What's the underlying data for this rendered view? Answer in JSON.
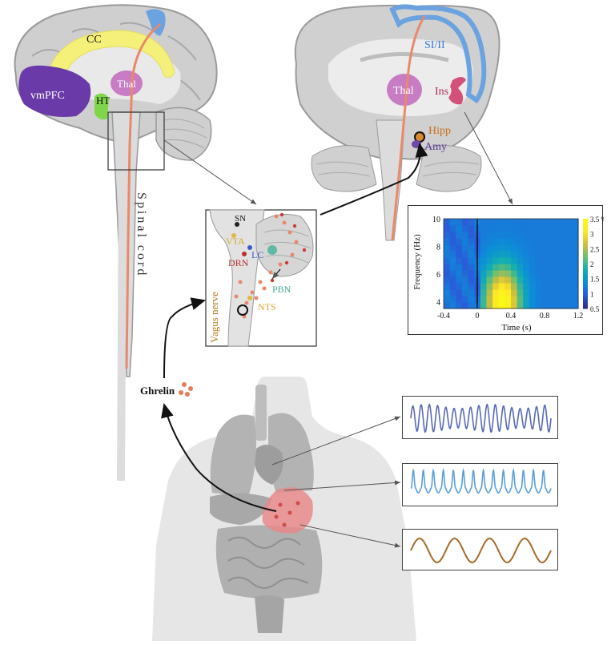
{
  "brain_labels": {
    "cc": "CC",
    "vmpfc": "vmPFC",
    "ht": "HT",
    "thal": "Thal",
    "spinal_cord": "Spinal cord",
    "si_ii": "SI/II",
    "thal_coronal": "Thal",
    "ins": "Ins",
    "hipp": "Hipp",
    "amy": "Amy"
  },
  "brainstem_labels": {
    "sn": "SN",
    "vta": "VTA",
    "lc": "LC",
    "drn": "DRN",
    "pbn": "PBN",
    "nts": "NTS",
    "vagus": "Vagus nerve"
  },
  "body_labels": {
    "ghrelin": "Ghrelin"
  },
  "colors": {
    "cc": "#f5f07a",
    "vmpfc": "#6a3aa8",
    "ht": "#7fd64a",
    "thal": "#c77cc4",
    "cortex_blue": "#6aa3e0",
    "ins": "#d2507a",
    "hipp": "#d98a2a",
    "amy": "#6e4aa6",
    "nerve": "#e8896a",
    "stomach": "#e88a8a"
  },
  "chart_data": [
    {
      "type": "heatmap",
      "title": "",
      "xlabel": "Time (s)",
      "ylabel": "Frequency (Hz)",
      "xticks": [
        "-0.4",
        "0",
        "0.4",
        "0.8",
        "1.2"
      ],
      "yticks": [
        "4",
        "6",
        "8",
        "10"
      ],
      "xlim": [
        -0.4,
        1.2
      ],
      "ylim": [
        3.5,
        10
      ],
      "colorbar_ticks": [
        "3.5 %",
        "3",
        "2.5",
        "2",
        "1.5",
        "1",
        "0.5"
      ],
      "colorbar_range": [
        0.5,
        3.5
      ],
      "colormap": "parula",
      "onset_marker_x": 0,
      "peak": {
        "x": 0.3,
        "y": 4,
        "value": 3.5
      }
    },
    {
      "type": "line",
      "name": "cardiac",
      "cycles": 17,
      "color": "#5a6ab8"
    },
    {
      "type": "line",
      "name": "respiratory",
      "cycles": 14,
      "color": "#5b9fd8"
    },
    {
      "type": "line",
      "name": "gastric",
      "cycles": 4,
      "color": "#a86a2a"
    }
  ]
}
